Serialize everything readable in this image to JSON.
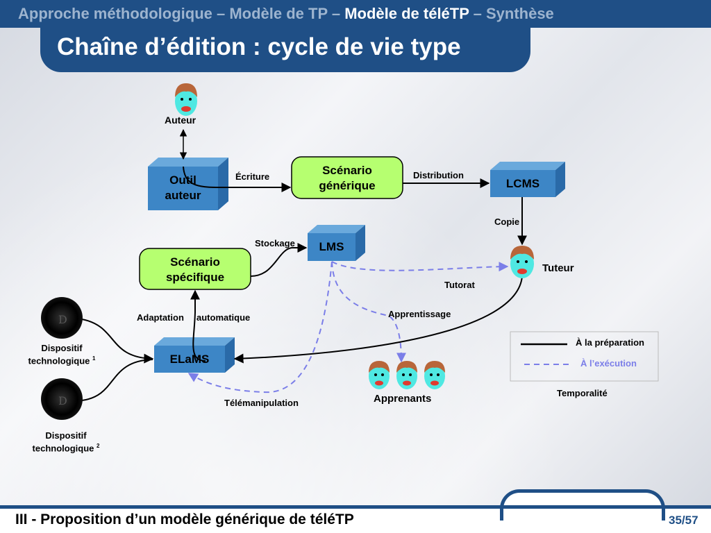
{
  "header": {
    "breadcrumb_prefix": "Approche méthodologique – Modèle de TP – ",
    "breadcrumb_current": "Modèle de téléTP",
    "breadcrumb_suffix": " – Synthèse",
    "title": "Chaîne d’édition : cycle de vie type"
  },
  "diagram": {
    "actors": {
      "auteur": "Auteur",
      "tuteur": "Tuteur",
      "apprenants": "Apprenants"
    },
    "boxes": {
      "outil_line1": "Outil",
      "outil_line2": "auteur",
      "lcms": "LCMS",
      "lms": "LMS",
      "elams": "ELaMS"
    },
    "scenarios": {
      "generique_line1": "Scénario",
      "generique_line2": "générique",
      "specifique_line1": "Scénario",
      "specifique_line2": "spécifique"
    },
    "edges": {
      "ecriture": "Écriture",
      "distribution": "Distribution",
      "copie": "Copie",
      "stockage": "Stockage",
      "tutorat": "Tutorat",
      "apprentissage": "Apprentissage",
      "adaptation": "Adaptation",
      "automatique": "automatique",
      "telemanipulation": "Télémanipulation"
    },
    "devices": {
      "d1_line1": "Dispositif",
      "d1_line2": "technologique",
      "d1_sup": "1",
      "d2_line1": "Dispositif",
      "d2_line2": "technologique",
      "d2_sup": "2"
    },
    "legend": {
      "preparation": "À la préparation",
      "execution": "À l’exécution",
      "caption": "Temporalité"
    }
  },
  "colors": {
    "brand_blue": "#1f4f86",
    "box_blue": "#3d86c6",
    "scenario_green": "#b6ff70",
    "dashed_line": "#7b7ee8",
    "face_cyan": "#4fe8e2"
  },
  "footer": {
    "text": "III - Proposition d’un modèle générique de téléTP",
    "page": "35/57"
  }
}
